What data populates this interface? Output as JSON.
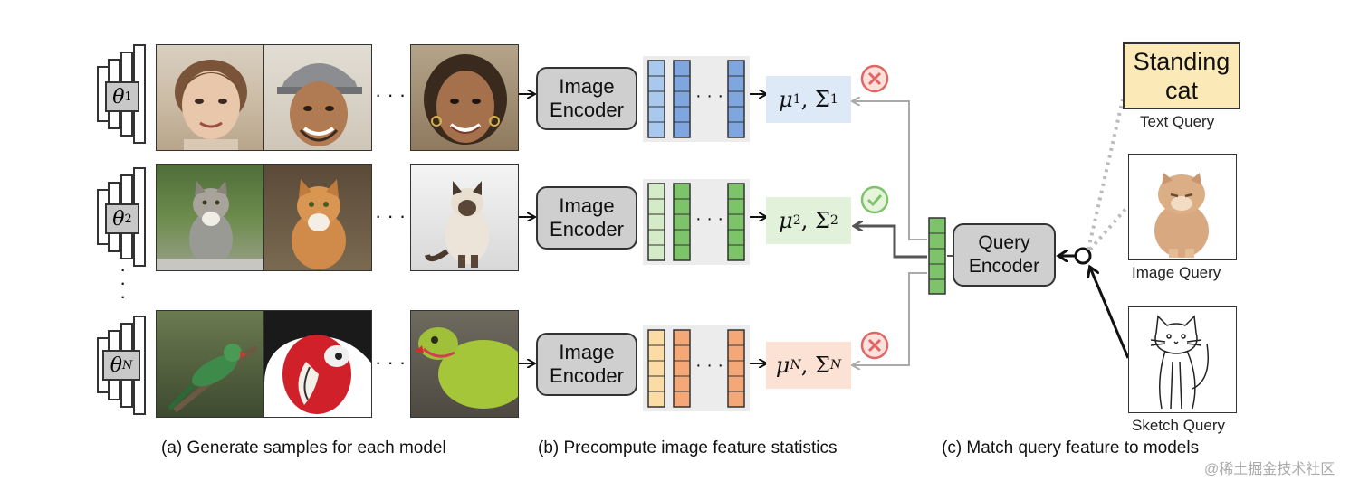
{
  "models": [
    {
      "theta": "θ",
      "subscript": "1",
      "stats_mu": "μ",
      "stats_sigma": "Σ",
      "stats_sub": "1",
      "match": "reject",
      "color_light": "#a9c8ee",
      "color_dark": "#7fa6de",
      "stat_bg": "#dde9f7"
    },
    {
      "theta": "θ",
      "subscript": "2",
      "stats_mu": "μ",
      "stats_sigma": "Σ",
      "stats_sub": "2",
      "match": "accept",
      "color_light": "#d3ebc6",
      "color_dark": "#7cc36a",
      "stat_bg": "#e1f1da"
    },
    {
      "theta": "θ",
      "subscript": "N",
      "stats_mu": "μ",
      "stats_sigma": "Σ",
      "stats_sub": "N",
      "match": "reject",
      "color_light": "#fbdca5",
      "color_dark": "#f4a878",
      "stat_bg": "#fbe2d5"
    }
  ],
  "image_encoder": {
    "line1": "Image",
    "line2": "Encoder"
  },
  "query_encoder": {
    "line1": "Query",
    "line2": "Encoder"
  },
  "text_query": {
    "line1": "Standing",
    "line2": "cat",
    "label": "Text Query"
  },
  "image_query": {
    "label": "Image Query"
  },
  "sketch_query": {
    "label": "Sketch Query"
  },
  "captions": {
    "a": "(a) Generate samples for each model",
    "b": "(b) Precompute image feature statistics",
    "c": "(c) Match query feature to models"
  },
  "watermark": "@稀土掘金技术社区",
  "colors": {
    "reject": "#e06666",
    "accept": "#7cc36a",
    "arrow_gray": "#aaaaaa",
    "dotted": "#bbbbbb"
  }
}
